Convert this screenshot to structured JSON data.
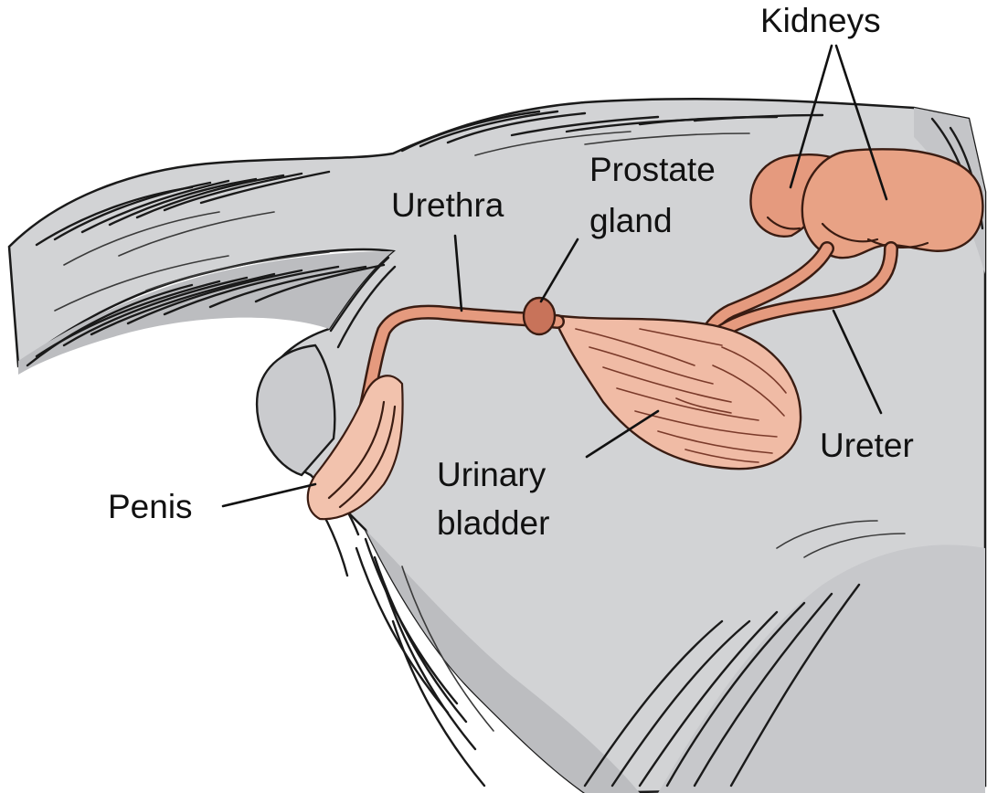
{
  "labels": {
    "kidneys": "Kidneys",
    "prostate_line1": "Prostate",
    "prostate_line2": "gland",
    "urethra": "Urethra",
    "ureter": "Ureter",
    "bladder_line1": "Urinary",
    "bladder_line2": "bladder",
    "penis": "Penis"
  },
  "colors": {
    "body_fur": "#d2d3d5",
    "body_shadow": "#b9babd",
    "organ_fill": "#e59a7e",
    "organ_light": "#f2c2ad",
    "organ_dark": "#c8735a",
    "outline": "#1a1a1a"
  }
}
